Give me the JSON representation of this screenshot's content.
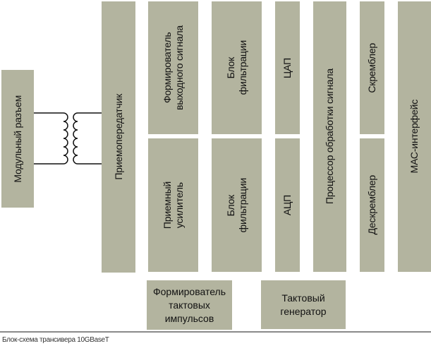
{
  "diagram": {
    "title": "Блок-схема трансивера 10GBaseT",
    "box_color": "#b3b49f",
    "blocks": {
      "connector": "Модульный разъем",
      "transceiver": "Приемопередатчик",
      "output_shaper": "Формирователь\nвыходного сигнала",
      "rx_amplifier": "Приемный\nусилитель",
      "filter_tx": "Блок\nфильтрации",
      "filter_rx": "Блок\nфильтрации",
      "dac": "ЦАП",
      "adc": "АЦП",
      "dsp": "Процессор обработки сигнала",
      "scrambler": "Скремблер",
      "descrambler": "Дескремблер",
      "mac": "МАС-интерфейс",
      "clock_shaper": "Формирователь\nтактовых\nимпульсов",
      "clock_generator": "Тактовый\nгенератор"
    },
    "transformer_icon": "transformer-icon"
  }
}
